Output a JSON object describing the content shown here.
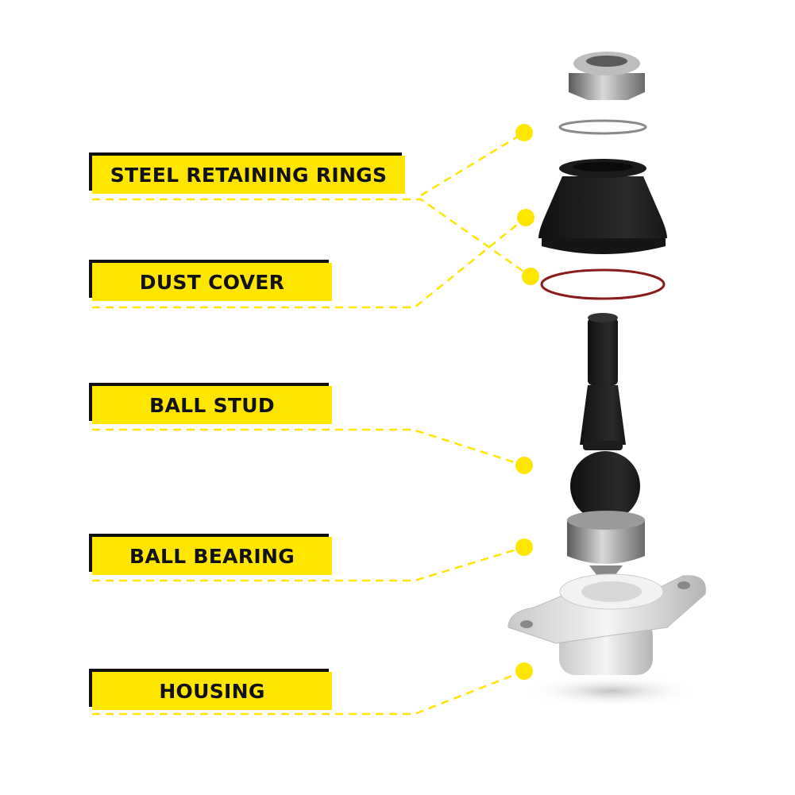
{
  "colors": {
    "accent": "#ffe600",
    "label_text": "#111111",
    "retaining_ring_red": "#8b1a1a"
  },
  "labels": {
    "steel_retaining_rings": "STEEL RETAINING RINGS",
    "dust_cover": "DUST COVER",
    "ball_stud": "BALL STUD",
    "ball_bearing": "BALL BEARING",
    "housing": "HOUSING"
  }
}
